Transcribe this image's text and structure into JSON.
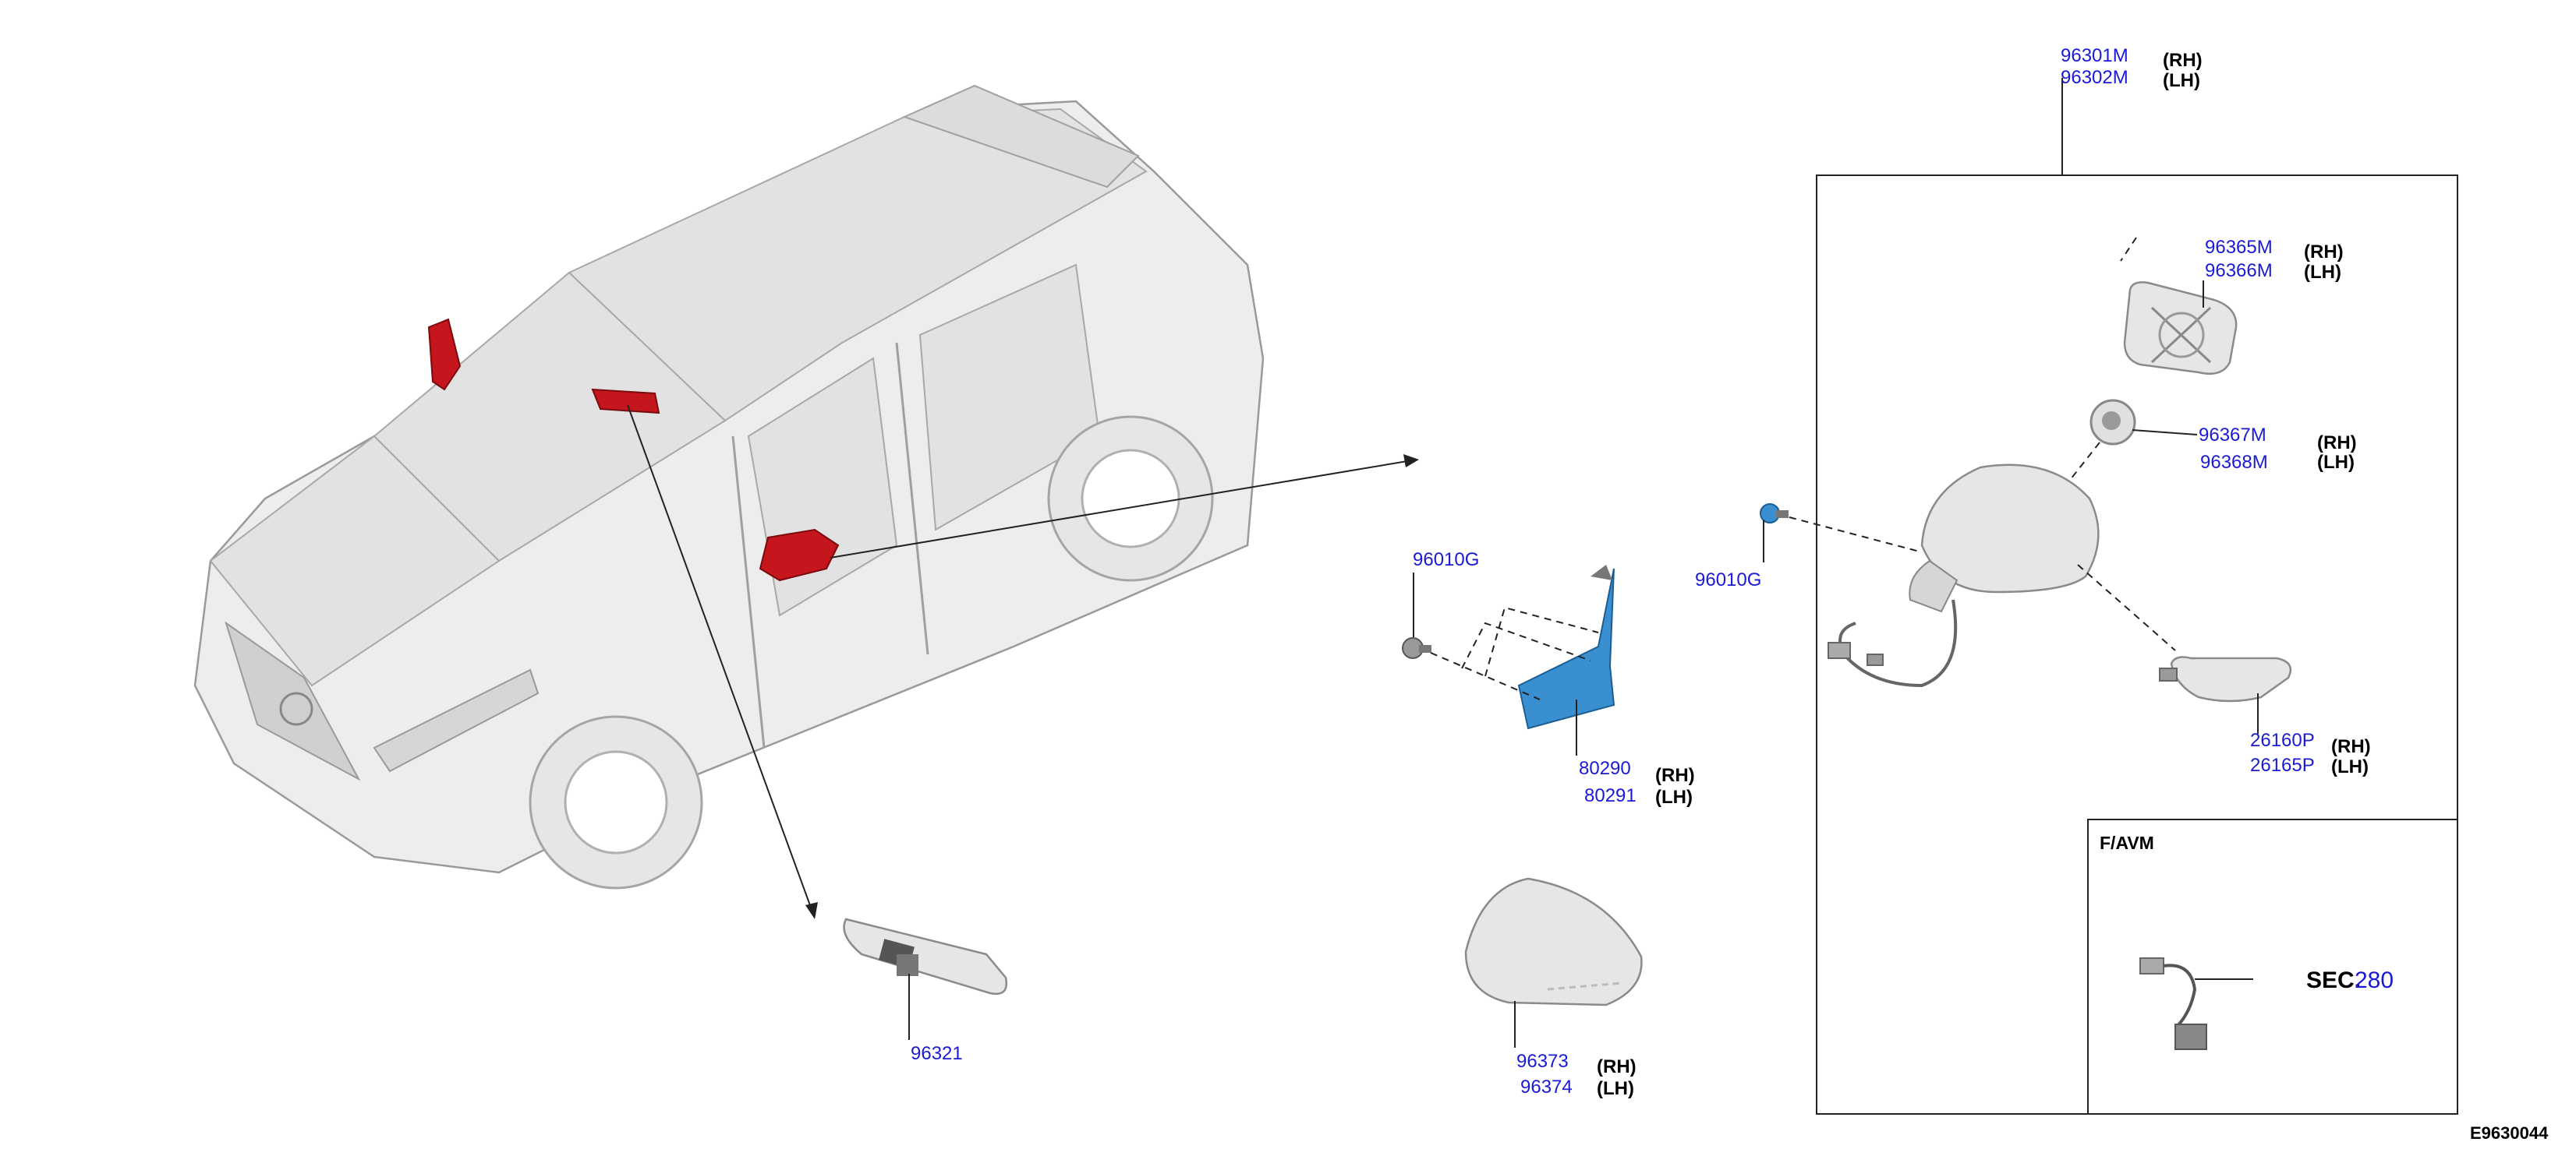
{
  "colors": {
    "part_number": "#1a1ad6",
    "highlight_red": "#c4161c",
    "lens_blue": "#3a8fd0",
    "text": "#000000"
  },
  "labels": {
    "p96301M": "96301M",
    "p96302M": "96302M",
    "rh1": "(RH)",
    "lh1": "(LH)",
    "p96365M": "96365M",
    "p96366M": "96366M",
    "rh2": "(RH)",
    "lh2": "(LH)",
    "p96367M": "96367M",
    "p96368M": "96368M",
    "rh3": "(RH)",
    "lh3": "(LH)",
    "p96010G_right": "96010G",
    "p96010G_left": "96010G",
    "p80290": "80290",
    "p80291": "80291",
    "rh4": "(RH)",
    "lh4": "(LH)",
    "p26160P": "26160P",
    "p26165P": "26165P",
    "rh5": "(RH)",
    "lh5": "(LH)",
    "p96321": "96321",
    "p96373": "96373",
    "p96374": "96374",
    "rh6": "(RH)",
    "lh6": "(LH)",
    "favm": "F/AVM",
    "sec_prefix": "SEC.",
    "sec_number": "280",
    "figure_id": "E9630044"
  }
}
